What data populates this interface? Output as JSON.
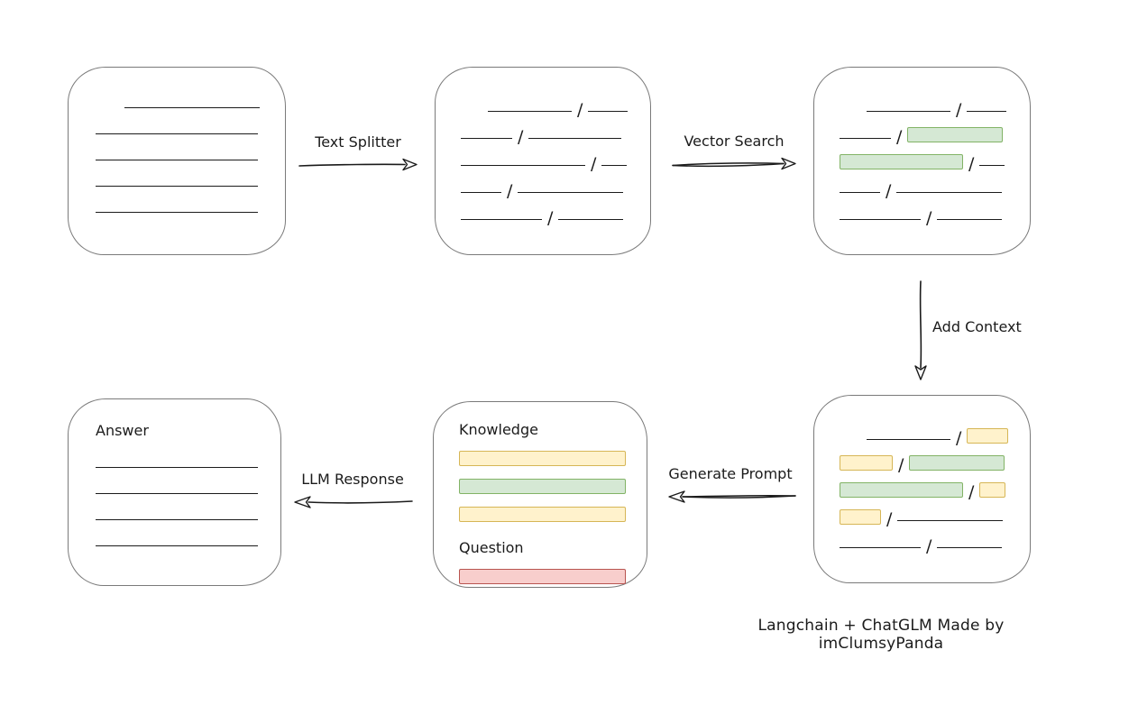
{
  "caption": "Langchain + ChatGLM Made by imClumsyPanda",
  "slash": "/",
  "colors": {
    "ink": "#1b1b1b",
    "box_border": "#7a7a7a",
    "green_fill": "#d5e8d4",
    "green_border": "#82b366",
    "yellow_fill": "#fff2cc",
    "yellow_border": "#d6b656",
    "red_fill": "#f8cecc",
    "red_border": "#b85450"
  },
  "arrows": {
    "text_splitter": {
      "label": "Text Splitter",
      "direction": "right"
    },
    "vector_search": {
      "label": "Vector Search",
      "direction": "right"
    },
    "add_context": {
      "label": "Add Context",
      "direction": "down"
    },
    "generate_prompt": {
      "label": "Generate Prompt",
      "direction": "left"
    },
    "llm_response": {
      "label": "LLM Response",
      "direction": "left"
    }
  },
  "boxes": {
    "document": {
      "lines": [
        {
          "w": 150,
          "indent": 32
        },
        {
          "w": 180
        },
        {
          "w": 180
        },
        {
          "w": 180
        },
        {
          "w": 180
        }
      ]
    },
    "split_chunks": {
      "rows": [
        [
          {
            "t": "line",
            "w": 93
          },
          {
            "t": "line",
            "w": 44
          }
        ],
        [
          {
            "t": "line",
            "w": 57
          },
          {
            "t": "line",
            "w": 103
          }
        ],
        [
          {
            "t": "line",
            "w": 138
          },
          {
            "t": "line",
            "w": 28
          }
        ],
        [
          {
            "t": "line",
            "w": 45
          },
          {
            "t": "line",
            "w": 117
          }
        ],
        [
          {
            "t": "line",
            "w": 90
          },
          {
            "t": "line",
            "w": 72
          }
        ]
      ]
    },
    "matched_chunks": {
      "rows": [
        [
          {
            "t": "line",
            "w": 93
          },
          {
            "t": "line",
            "w": 44
          }
        ],
        [
          {
            "t": "line",
            "w": 57
          },
          {
            "t": "green",
            "w": 104
          }
        ],
        [
          {
            "t": "green",
            "w": 135
          },
          {
            "t": "line",
            "w": 28
          }
        ],
        [
          {
            "t": "line",
            "w": 45
          },
          {
            "t": "line",
            "w": 117
          }
        ],
        [
          {
            "t": "line",
            "w": 90
          },
          {
            "t": "line",
            "w": 72
          }
        ]
      ]
    },
    "context_chunks": {
      "rows": [
        [
          {
            "t": "line",
            "w": 93
          },
          {
            "t": "yellow",
            "w": 44
          }
        ],
        [
          {
            "t": "yellow",
            "w": 57
          },
          {
            "t": "green",
            "w": 104
          }
        ],
        [
          {
            "t": "green",
            "w": 135
          },
          {
            "t": "yellow",
            "w": 27
          }
        ],
        [
          {
            "t": "yellow",
            "w": 44
          },
          {
            "t": "line",
            "w": 117
          }
        ],
        [
          {
            "t": "line",
            "w": 90
          },
          {
            "t": "line",
            "w": 72
          }
        ]
      ]
    },
    "prompt": {
      "knowledge_label": "Knowledge",
      "question_label": "Question",
      "knowledge_bars": [
        "yellow",
        "green",
        "yellow"
      ],
      "question_bars": [
        "red"
      ]
    },
    "answer": {
      "label": "Answer",
      "lines": [
        {
          "w": 180
        },
        {
          "w": 180
        },
        {
          "w": 180
        },
        {
          "w": 180
        }
      ]
    }
  }
}
